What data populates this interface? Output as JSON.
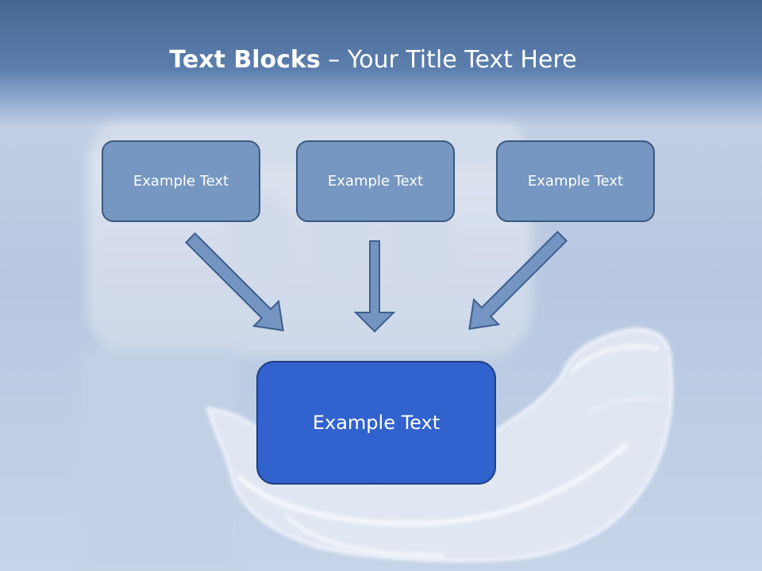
{
  "slide": {
    "title_bold": "Text Blocks",
    "title_dash": "–",
    "title_rest": "Your Title Text Here"
  },
  "blocks": {
    "top_left": "Example Text",
    "top_center": "Example Text",
    "top_right": "Example Text",
    "bottom": "Example Text"
  },
  "colors": {
    "title_band": "#4f72a4",
    "small_box_fill": "#7597c1",
    "small_box_border": "#3a5880",
    "big_box_fill": "#3162cd",
    "arrow_fill": "#7495c1",
    "background": "#b9c9e2"
  },
  "background_image": "clear-dental-aligner-and-dental-mold"
}
